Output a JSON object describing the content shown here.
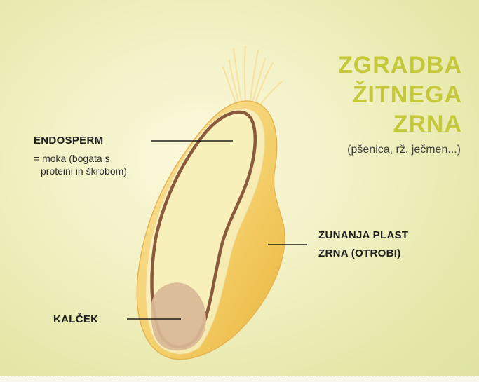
{
  "title_lines": [
    "ZGRADBA",
    "ŽITNEGA",
    "ZRNA"
  ],
  "subtitle": "(pšenica, rž, ječmen...)",
  "labels": {
    "endosperm": {
      "name": "ENDOSPERM",
      "desc_line1": "= moka (bogata s",
      "desc_line2": "proteini in škrobom)"
    },
    "outer_layer": {
      "line1": "ZUNANJA PLAST",
      "line2": "ZRNA (OTROBI)"
    },
    "germ": {
      "name": "KALČEK"
    }
  },
  "colors": {
    "title": "#c3c93a",
    "outline": "#8a5a3c",
    "germ": "#d9b897",
    "bran": "#f1c14e",
    "endosperm": "#f6eeb4"
  }
}
